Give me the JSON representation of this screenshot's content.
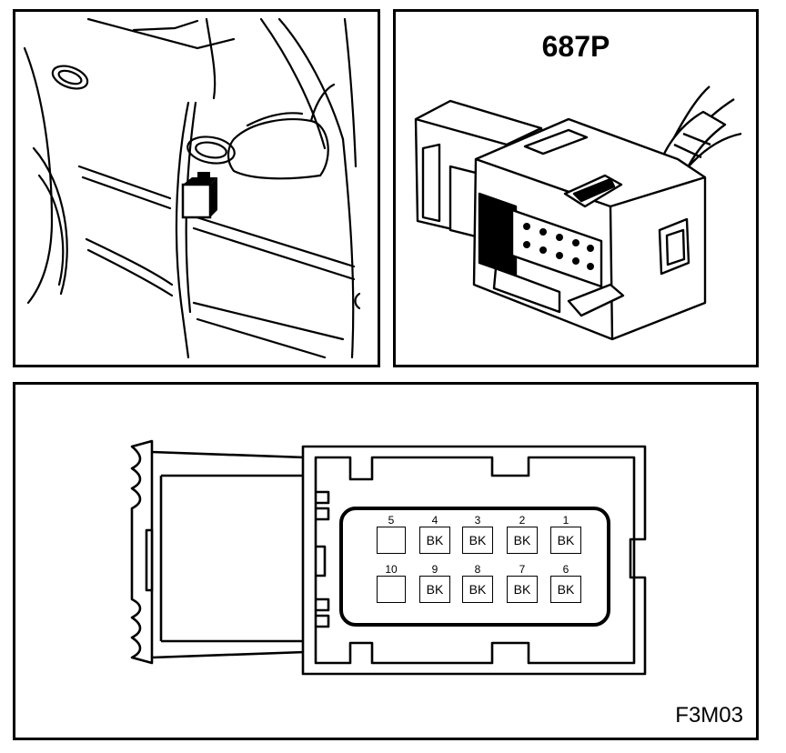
{
  "connector": {
    "title": "687P"
  },
  "figure_code": "F3M03",
  "pins": [
    {
      "number": "5",
      "label": ""
    },
    {
      "number": "4",
      "label": "BK"
    },
    {
      "number": "3",
      "label": "BK"
    },
    {
      "number": "2",
      "label": "BK"
    },
    {
      "number": "1",
      "label": "BK"
    },
    {
      "number": "10",
      "label": ""
    },
    {
      "number": "9",
      "label": "BK"
    },
    {
      "number": "8",
      "label": "BK"
    },
    {
      "number": "7",
      "label": "BK"
    },
    {
      "number": "6",
      "label": "BK"
    }
  ]
}
